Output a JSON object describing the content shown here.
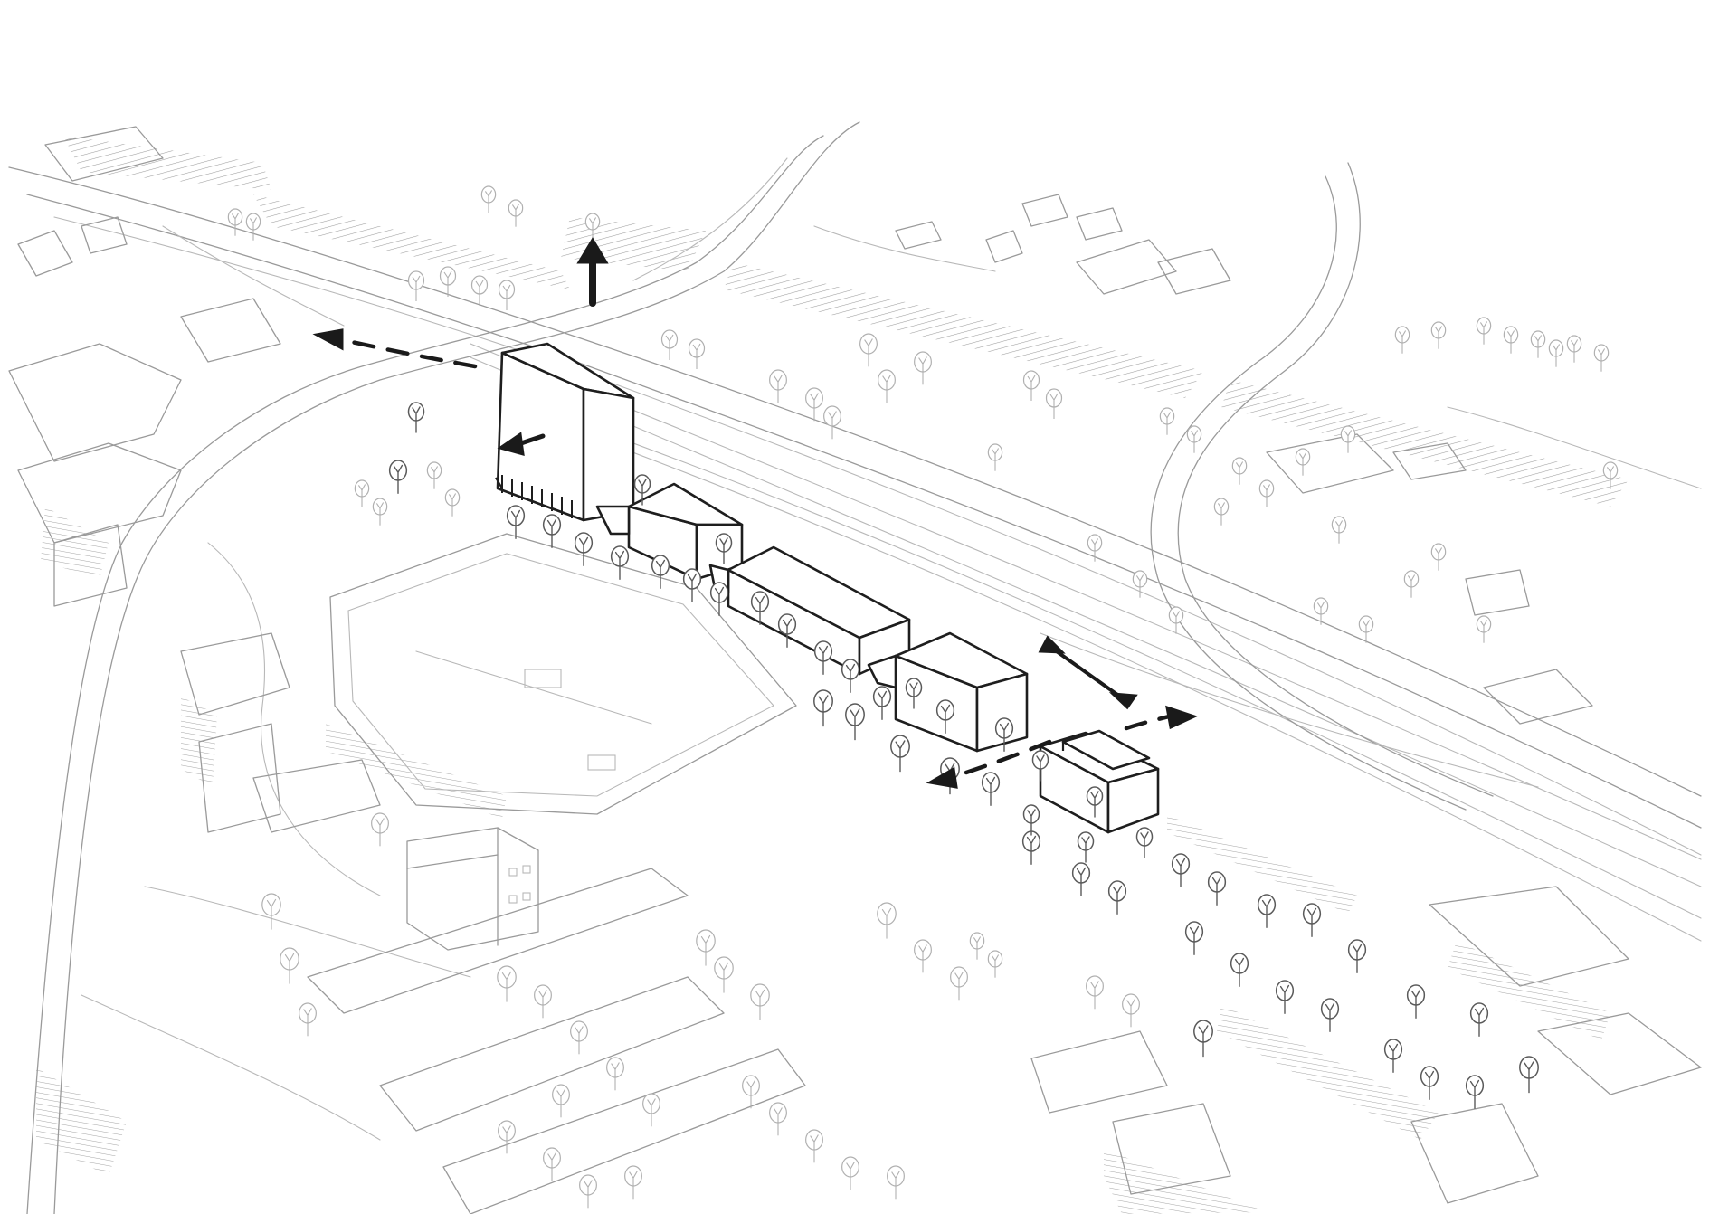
{
  "drawing": {
    "stroke_color_context": "#9a9a9a",
    "stroke_color_buildings": "#1e1e1e",
    "stroke_color_arrows": "#1a1a1a",
    "background": "#ffffff"
  },
  "arrows": [
    {
      "name": "north-arrow",
      "style": "solid"
    },
    {
      "name": "west-dashed-arrow",
      "style": "dashed"
    },
    {
      "name": "tower-facade-arrow",
      "style": "solid"
    },
    {
      "name": "double-headed-arrow",
      "style": "solid"
    },
    {
      "name": "east-dashed-arrow",
      "style": "dashed"
    },
    {
      "name": "southwest-dashed-arrow",
      "style": "dashed"
    }
  ]
}
